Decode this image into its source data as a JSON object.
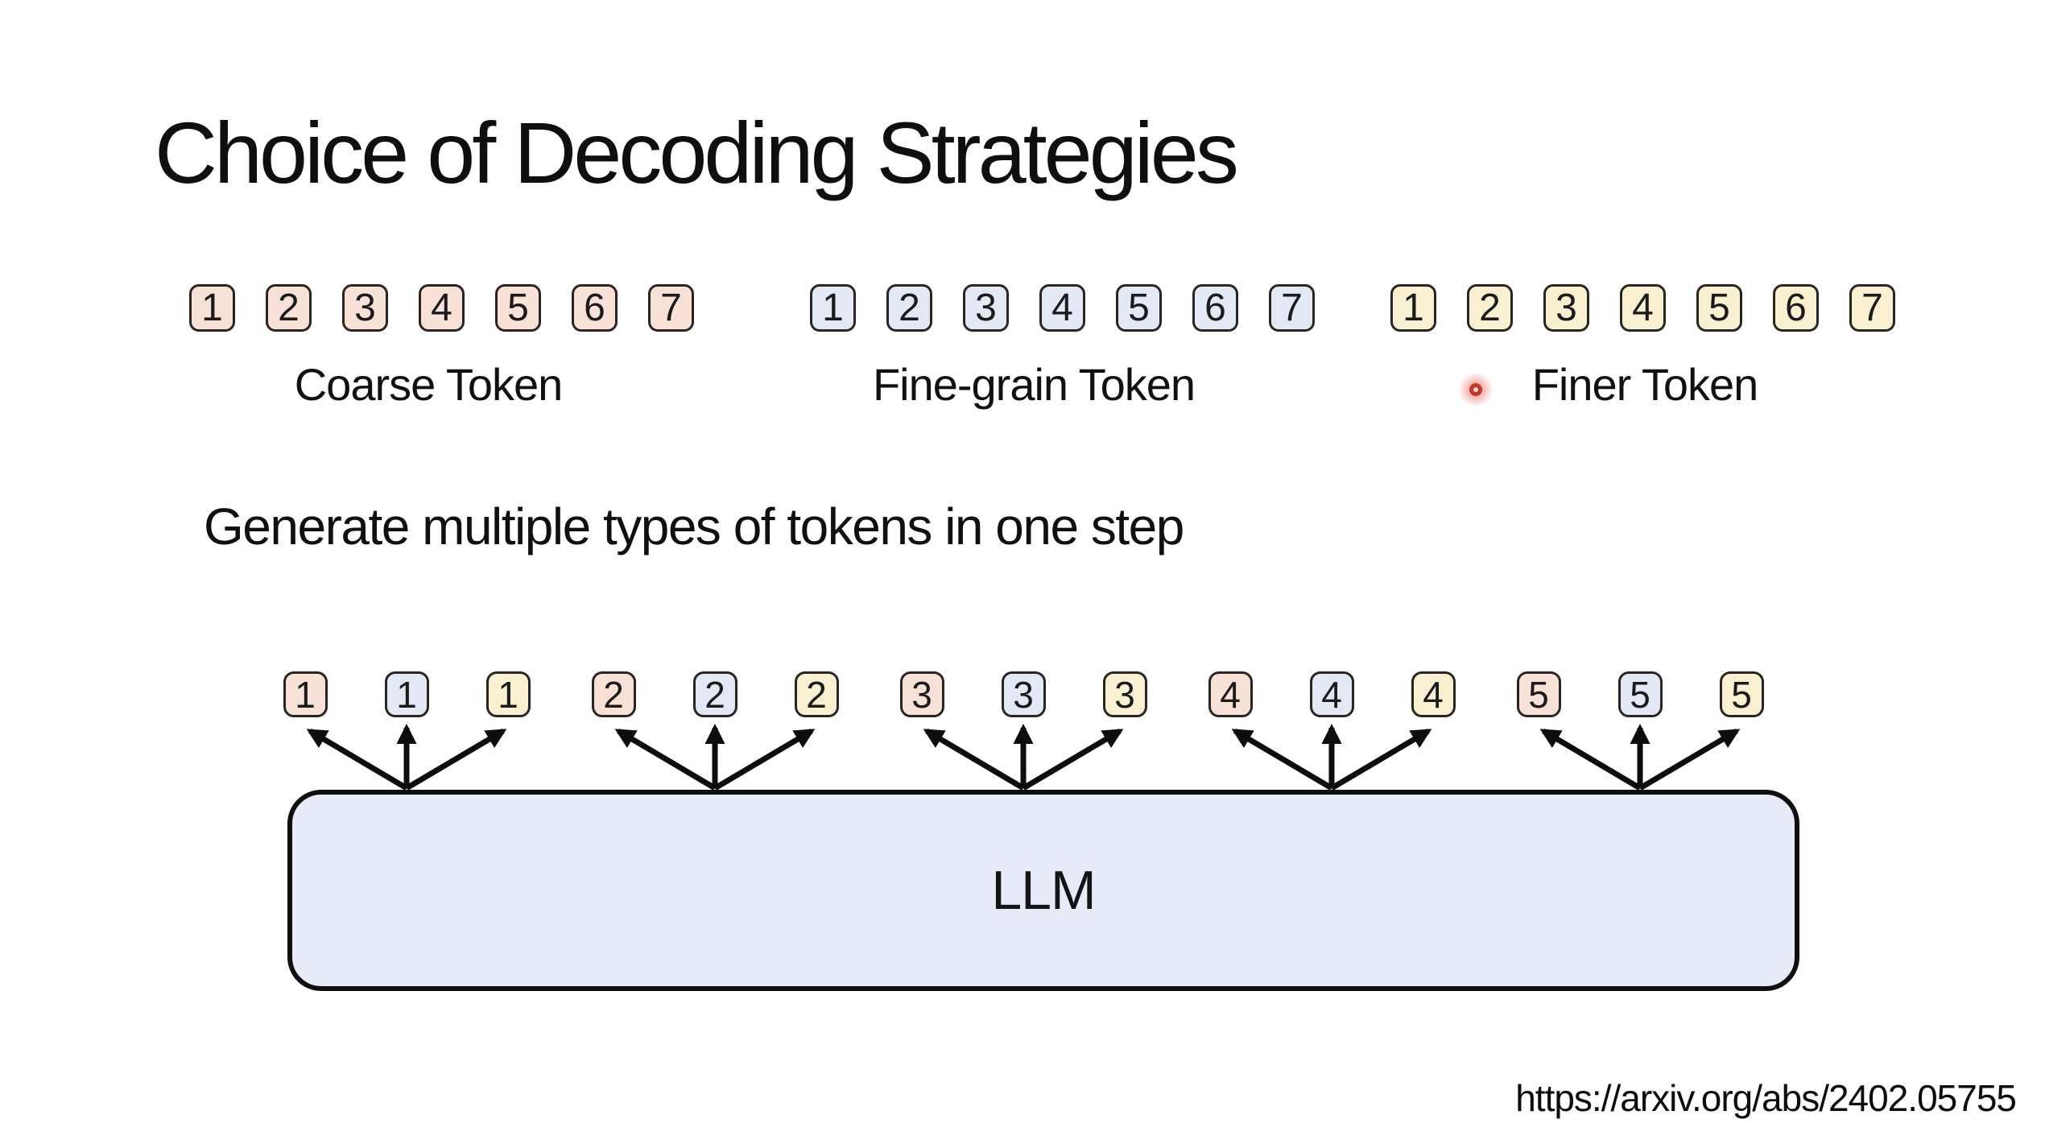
{
  "slide": {
    "title": "Choice of Decoding Strategies",
    "subtitle": "Generate multiple types of tokens in one step",
    "footer_url": "https://arxiv.org/abs/2402.05755"
  },
  "token_rows": [
    {
      "id": "coarse",
      "label": "Coarse Token",
      "tokens": [
        "1",
        "2",
        "3",
        "4",
        "5",
        "6",
        "7"
      ],
      "fill": "#f8e2d8",
      "laser_pointer": false
    },
    {
      "id": "fine",
      "label": "Fine-grain Token",
      "tokens": [
        "1",
        "2",
        "3",
        "4",
        "5",
        "6",
        "7"
      ],
      "fill": "#e3e8f5",
      "laser_pointer": false
    },
    {
      "id": "finer",
      "label": "Finer Token",
      "tokens": [
        "1",
        "2",
        "3",
        "4",
        "5",
        "6",
        "7"
      ],
      "fill": "#f9f0d1",
      "laser_pointer": true
    }
  ],
  "diagram": {
    "llm_label": "LLM",
    "steps": [
      "1",
      "2",
      "3",
      "4",
      "5"
    ],
    "per_step_token_fills": [
      "#f8e2d8",
      "#e3e8f5",
      "#f9f0d1"
    ]
  },
  "colors": {
    "background": "#ffffff",
    "token_border": "#2b2522",
    "text": "#111111",
    "llm_box_fill": "#e7ebf8",
    "llm_box_border": "#0f0f0f",
    "arrow": "#0d0d0d",
    "laser_red": "#c0392b"
  }
}
